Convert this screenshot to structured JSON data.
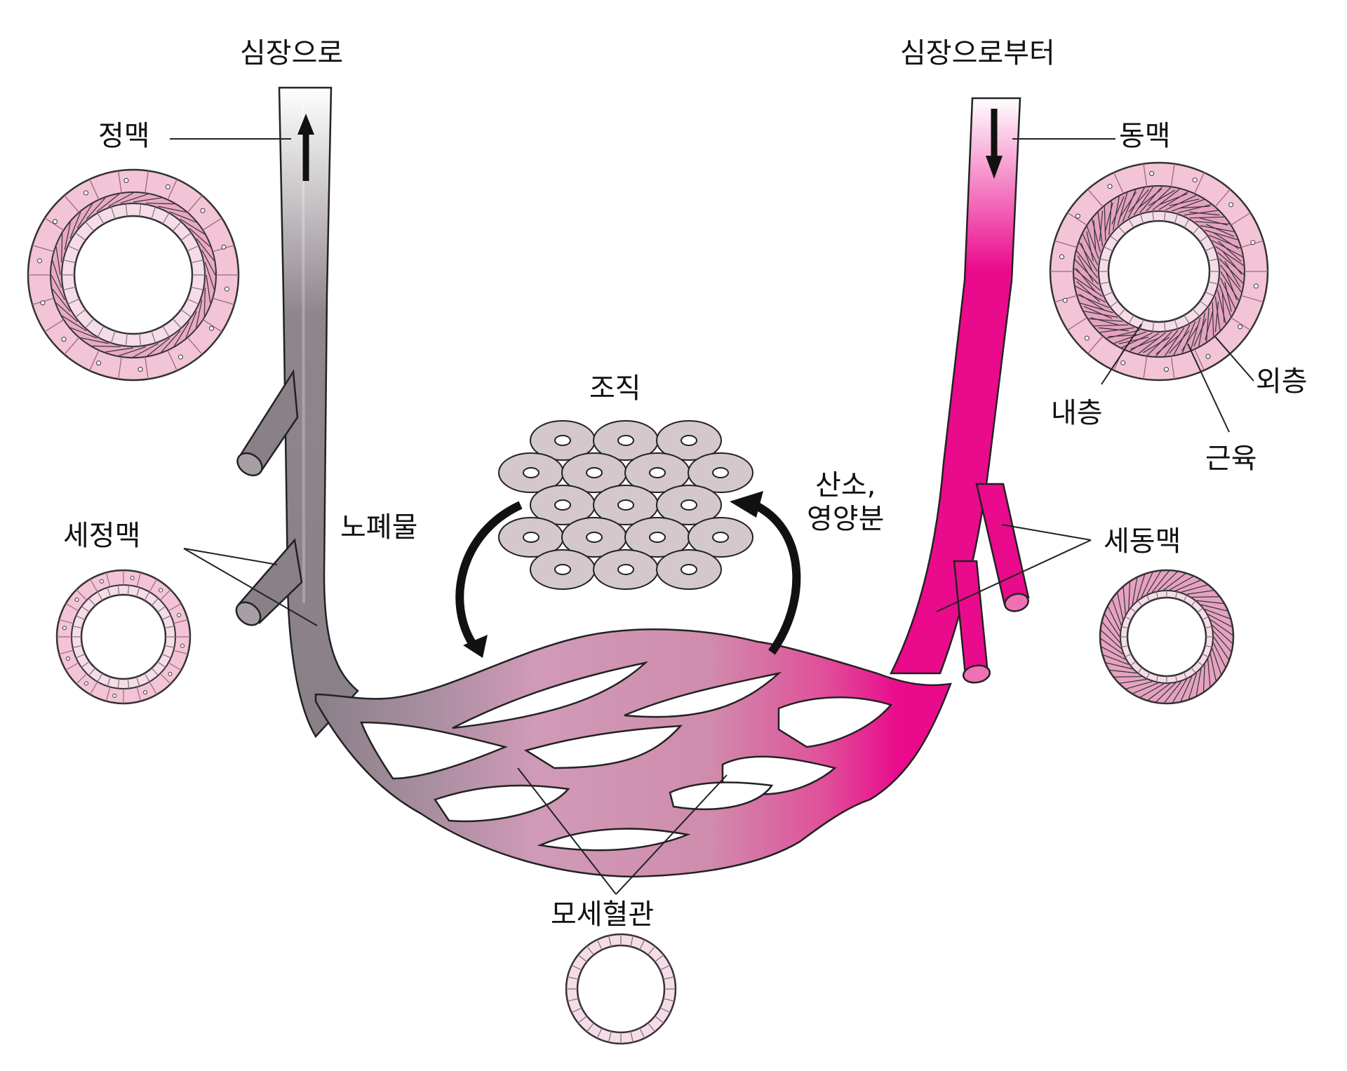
{
  "labels": {
    "to_heart": "심장으로",
    "from_heart": "심장으로부터",
    "vein": "정맥",
    "artery": "동맥",
    "tissue": "조직",
    "waste": "노폐물",
    "oxygen_line1": "산소,",
    "oxygen_line2": "영양분",
    "venules": "세정맥",
    "arterioles": "세동맥",
    "inner_layer": "내층",
    "outer_layer": "외층",
    "muscle": "근육",
    "capillaries": "모세혈관"
  },
  "colors": {
    "vein": "#8a8088",
    "artery": "#ea0a8c",
    "capillary": "#cf8aa8",
    "wall_pink": "#f2c4d6",
    "tissue_cell": "#d4c8cc"
  }
}
